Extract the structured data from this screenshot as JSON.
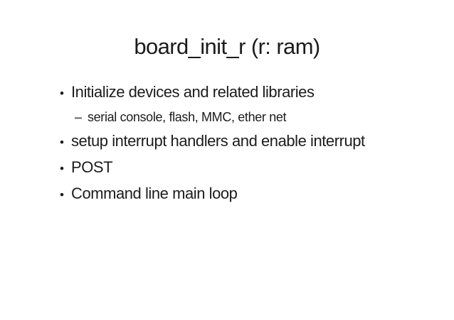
{
  "slide": {
    "title": "board_init_r (r: ram)",
    "bullets": [
      {
        "level": 1,
        "marker": "•",
        "text": "Initialize devices and related libraries"
      },
      {
        "level": 2,
        "marker": "–",
        "text": "serial console, flash, MMC, ether net"
      },
      {
        "level": 1,
        "marker": "•",
        "text": "setup interrupt handlers and enable interrupt"
      },
      {
        "level": 1,
        "marker": "•",
        "text": "POST"
      },
      {
        "level": 1,
        "marker": "•",
        "text": "Command line main loop"
      }
    ],
    "colors": {
      "background": "#ffffff",
      "text": "#1c1c1c"
    }
  }
}
